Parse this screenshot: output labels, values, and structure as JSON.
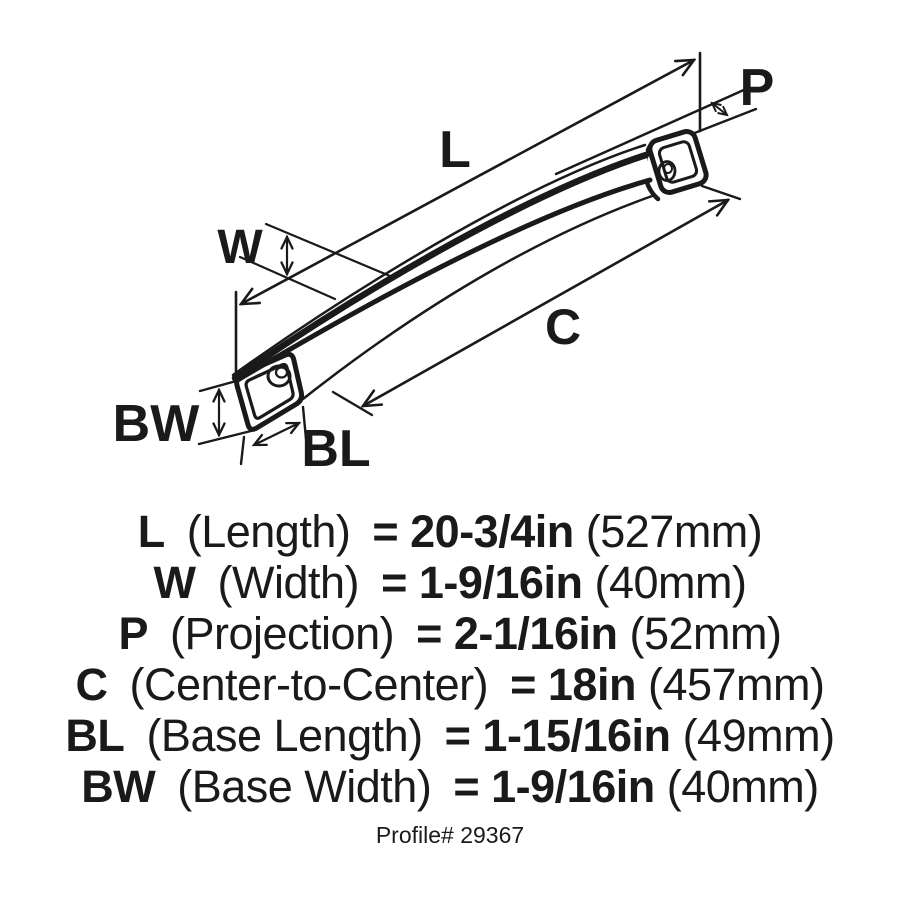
{
  "diagram": {
    "labels": {
      "length": "L",
      "width": "W",
      "projection": "P",
      "center_to_center": "C",
      "base_length": "BL",
      "base_width": "BW"
    }
  },
  "specs": [
    {
      "label": "L",
      "descriptor": "(Length)",
      "imperial": "= 20-3/4in",
      "metric": "(527mm)"
    },
    {
      "label": "W",
      "descriptor": "(Width)",
      "imperial": "= 1-9/16in",
      "metric": "(40mm)"
    },
    {
      "label": "P",
      "descriptor": "(Projection)",
      "imperial": "= 2-1/16in",
      "metric": "(52mm)"
    },
    {
      "label": "C",
      "descriptor": "(Center-to-Center)",
      "imperial": "= 18in",
      "metric": "(457mm)"
    },
    {
      "label": "BL",
      "descriptor": "(Base Length)",
      "imperial": "= 1-15/16in",
      "metric": "(49mm)"
    },
    {
      "label": "BW",
      "descriptor": "(Base Width)",
      "imperial": "= 1-9/16in",
      "metric": "(40mm)"
    }
  ],
  "footer": {
    "profile": "Profile# 29367"
  },
  "colors": {
    "ink": "#1a1a1a",
    "background": "#ffffff"
  }
}
